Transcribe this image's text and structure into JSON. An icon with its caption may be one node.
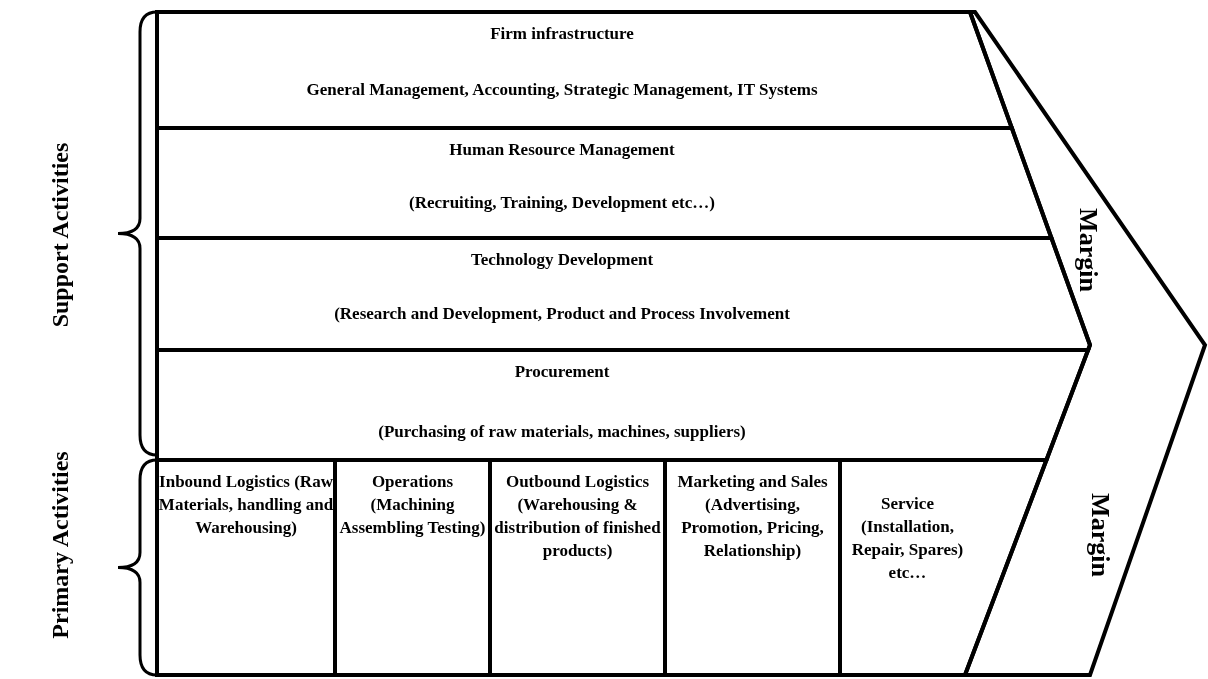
{
  "diagram": {
    "nodes": [
      {
        "text": [
          "Firm infrastructure",
          "General Management, Accounting, Strategic Management, IT Systems"
        ]
      },
      {
        "text": [
          "Human Resource Management",
          "(Recruiting, Training, Development etc…)"
        ]
      },
      {
        "text": [
          "Technology Development",
          "(Research and Development, Product and Process Involvement"
        ]
      },
      {
        "text": [
          "Procurement",
          "(Purchasing of raw materials, machines, suppliers)"
        ]
      },
      {
        "text": [
          "Inbound Logistics (Raw Materials, handling and Warehousing)"
        ]
      },
      {
        "text": [
          "Operations (Machining Assembling Testing)"
        ]
      },
      {
        "text": [
          "Outbound Logistics (Warehousing & distribution of finished products)"
        ]
      },
      {
        "text": [
          "Marketing and Sales (Advertising, Promotion, Pricing, Relationship)"
        ]
      },
      {
        "text": [
          "Service (Installation, Repair, Spares) etc…"
        ]
      },
      {
        "text": [
          "Margin",
          "Margin"
        ]
      }
    ],
    "edges": [],
    "labels": [
      "Support Activities",
      "Primary Activities"
    ]
  }
}
